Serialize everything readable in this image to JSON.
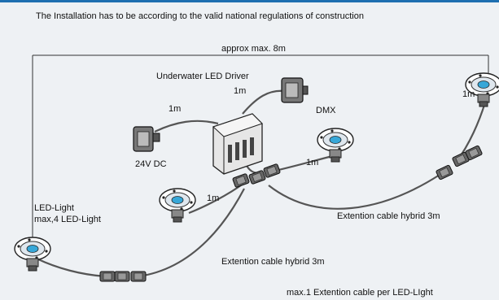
{
  "diagram": {
    "header_note": "The Installation has to be according to the valid national regulations of construction",
    "span_label": "approx  max. 8m",
    "driver_label": "Underwater LED Driver",
    "dmx_length": "1m",
    "dmx_label": "DMX",
    "power_length": "1m",
    "power_label": "24V DC",
    "right_light_length": "1m",
    "mid_light_length": "1m",
    "small_light_length": "1m",
    "led_light_label_1": "LED-Light",
    "led_light_label_2": "max,4 LED-Light",
    "ext_cable_upper": "Extention cable hybrid 3m",
    "ext_cable_lower": "Extention cable hybrid 3m",
    "footer_note": "max.1 Extention cable per LED-LIght"
  },
  "colors": {
    "top_rule": "#1e6fb0",
    "background": "#eef1f4",
    "cable": "#555555",
    "lamp_accent": "#37a7d8"
  }
}
